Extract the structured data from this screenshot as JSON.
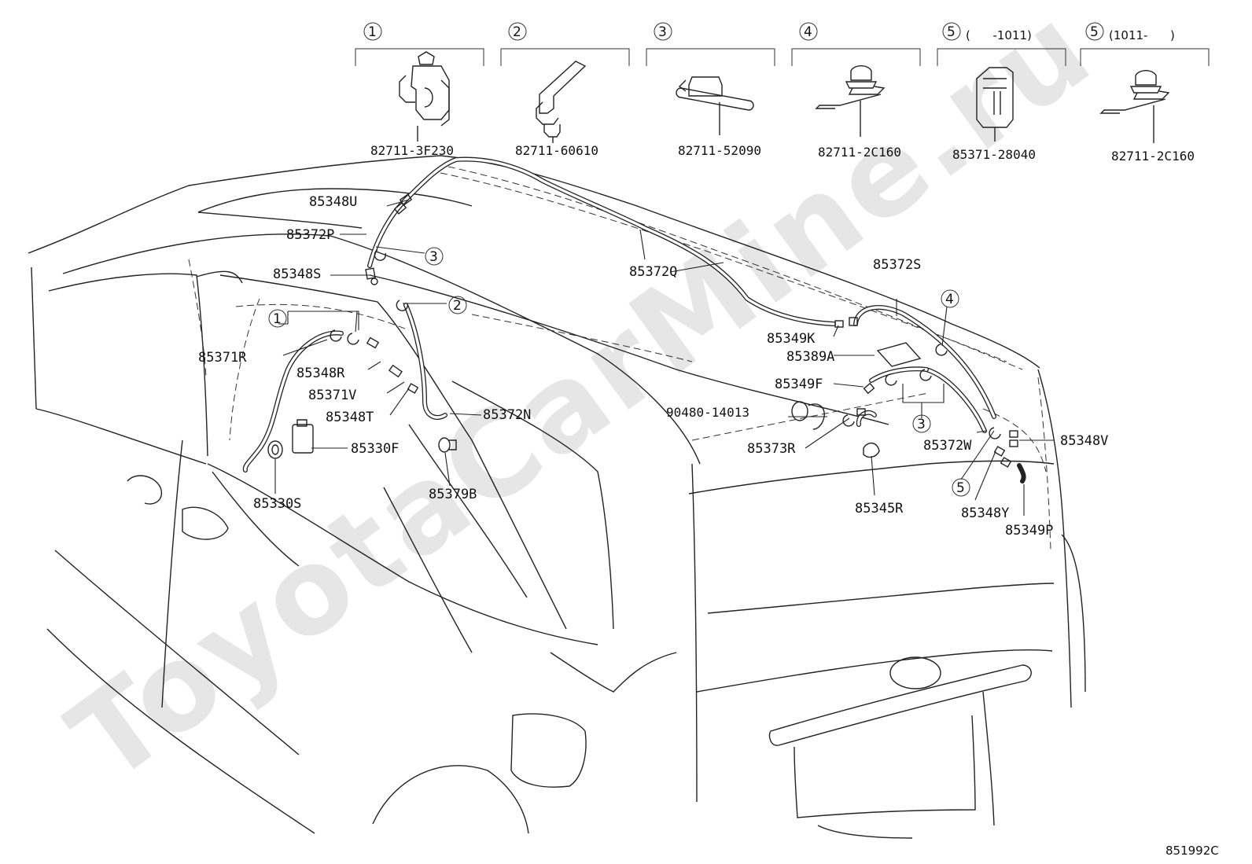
{
  "watermark": "ToyotaCarMine.ru",
  "diagram_code": "851992C",
  "clip_legend": [
    {
      "num": "1",
      "note": "",
      "part": "82711-3F230"
    },
    {
      "num": "2",
      "note": "",
      "part": "82711-60610"
    },
    {
      "num": "3",
      "note": "",
      "part": "82711-52090"
    },
    {
      "num": "4",
      "note": "",
      "part": "82711-2C160"
    },
    {
      "num": "5",
      "note": "(      -1011)",
      "part": "85371-28040"
    },
    {
      "num": "5",
      "note": "(1011-      )",
      "part": "82711-2C160"
    }
  ],
  "part_labels": {
    "p85348U": "85348U",
    "p85372P": "85372P",
    "p85348S": "85348S",
    "p85372Q": "85372Q",
    "p85372S": "85372S",
    "p85371R": "85371R",
    "p85348R": "85348R",
    "p85371V": "85371V",
    "p85348T": "85348T",
    "p85372N": "85372N",
    "p85330F": "85330F",
    "p85330S": "85330S",
    "p85379B": "85379B",
    "p85349K": "85349K",
    "p85389A": "85389A",
    "p85349F": "85349F",
    "p90480": "90480-14013",
    "p85373R": "85373R",
    "p85372W": "85372W",
    "p85348V": "85348V",
    "p85345R": "85345R",
    "p85348Y": "85348Y",
    "p85349P": "85349P"
  },
  "callouts": {
    "c1": "1",
    "c2": "2",
    "c3a": "3",
    "c3b": "3",
    "c4": "4",
    "c5": "5"
  }
}
